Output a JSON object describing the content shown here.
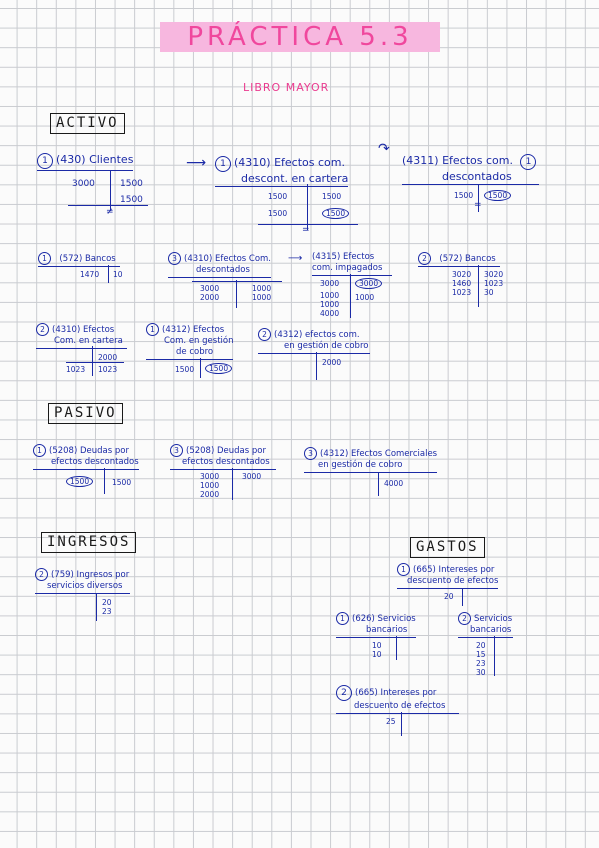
{
  "title": "PRÁCTICA 5.3",
  "subtitle": "LIBRO MAYOR",
  "sections": {
    "activo": "ACTIVO",
    "pasivo": "PASIVO",
    "ingresos": "INGRESOS",
    "gastos": "GASTOS"
  },
  "activo": {
    "clientes": {
      "n": "1",
      "title": "(430) Clientes",
      "debe": [
        "3000"
      ],
      "haber": [
        "1500",
        "1500"
      ],
      "balance_mark": "≠"
    },
    "descont": {
      "n": "1",
      "title1": "(4310) Efectos com.",
      "title2": "descont. en cartera",
      "debe": [
        "1500",
        "1500"
      ],
      "haber": [
        "1500",
        "1500"
      ],
      "balance_mark": "="
    },
    "descontados": {
      "n": "1",
      "title1": "(4311) Efectos com.",
      "title2": "descontados",
      "debe": [
        "1500"
      ],
      "haber": [
        "1500"
      ],
      "balance_mark": "="
    },
    "bancos1": {
      "n": "1",
      "title": "(572) Bancos",
      "debe": [
        "1470"
      ],
      "haber": [
        "10"
      ]
    },
    "efectos_desc3": {
      "n": "3",
      "title1": "(4310) Efectos Com.",
      "title2": "descontados",
      "debe": [
        "3000",
        "2000"
      ],
      "haber": [
        "1000",
        "1000"
      ]
    },
    "impagados": {
      "title1": "(4315) Efectos",
      "title2": "com. impagados",
      "debe": [
        "3000",
        "1000",
        "1000",
        "4000"
      ],
      "haber": [
        "3000",
        "1000"
      ]
    },
    "bancos2": {
      "n": "2",
      "title": "(572) Bancos",
      "debe": [
        "3020",
        "1460",
        "1023"
      ],
      "haber": [
        "3020",
        "1023",
        "30"
      ]
    },
    "cartera": {
      "n": "2",
      "title1": "(4310) Efectos",
      "title2": "Com. en cartera",
      "debe": [
        "1023"
      ],
      "haber": [
        "2000",
        "1023"
      ]
    },
    "gestion1": {
      "n": "1",
      "title1": "(4312) Efectos",
      "title2": "Com. en gestión",
      "title3": "de cobro",
      "debe": [
        "1500"
      ],
      "haber": [
        "1500"
      ]
    },
    "gestion2": {
      "n": "2",
      "title1": "(4312) efectos com.",
      "title2": "en gestión de cobro",
      "debe": [
        "2000"
      ],
      "haber": []
    }
  },
  "pasivo": {
    "deudas1": {
      "n": "1",
      "title1": "(5208) Deudas por",
      "title2": "efectos descontados",
      "debe": [
        "1500"
      ],
      "haber": [
        "1500"
      ]
    },
    "deudas3": {
      "n": "3",
      "title1": "(5208) Deudas por",
      "title2": "efectos descontados",
      "debe": [
        "3000",
        "1000",
        "2000"
      ],
      "haber": [
        "3000"
      ]
    },
    "comerciales": {
      "n": "3",
      "title1": "(4312) Efectos Comerciales",
      "title2": "en gestión de cobro",
      "debe": [],
      "haber": [
        "4000"
      ]
    }
  },
  "ingresos": {
    "ingresos759": {
      "n": "2",
      "title1": "(759) Ingresos por",
      "title2": "servicios diversos",
      "debe": [],
      "haber": [
        "20",
        "23"
      ]
    }
  },
  "gastos": {
    "intereses1": {
      "n": "1",
      "title1": "(665) Intereses por",
      "title2": "descuento de efectos",
      "debe": [
        "20"
      ],
      "haber": []
    },
    "servicios1": {
      "n": "1",
      "title1": "(626) Servicios",
      "title2": "bancarios",
      "debe": [
        "10",
        "10"
      ],
      "haber": []
    },
    "servicios2": {
      "n": "2",
      "title1": "Servicios",
      "title2": "bancarios",
      "debe": [
        "20",
        "15",
        "23",
        "30"
      ],
      "haber": []
    },
    "intereses2": {
      "n": "2",
      "title1": "(665) Intereses por",
      "title2": "descuento de efectos",
      "debe": [
        "25"
      ],
      "haber": []
    }
  },
  "colors": {
    "ink": "#1b2aa6",
    "highlight": "#f7b7df",
    "title_text": "#f0479d",
    "subtitle": "#ea3b8f"
  }
}
